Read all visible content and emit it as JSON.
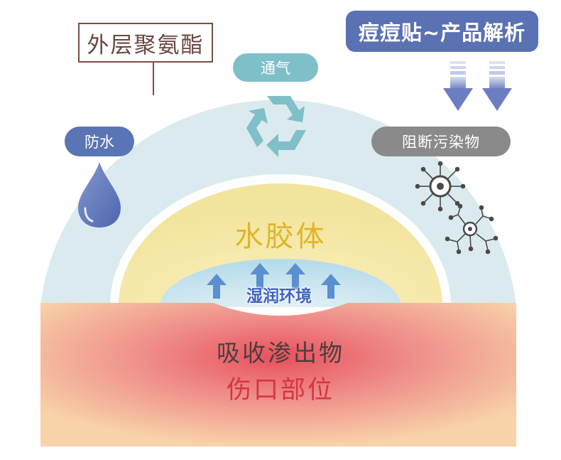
{
  "header": {
    "title": "痘痘贴~产品解析"
  },
  "layers": {
    "outer_label": "外层聚氨酯",
    "hydrocolloid_label": "水胶体",
    "moist_env_label": "湿润环境",
    "absorb_label": "吸收渗出物",
    "wound_label": "伤口部位"
  },
  "features": {
    "breathable": "通气",
    "waterproof": "防水",
    "block_pollutants": "阻断污染物"
  },
  "icons": [
    "recycle-icon",
    "water-drop-icon",
    "bacteria-icon",
    "down-arrows-icon",
    "up-arrow-icon"
  ],
  "colors": {
    "outer_dome": "#dbeaee",
    "hydrocolloid": "#f5e8a6",
    "moist": "#c8e4ef",
    "skin": "#f6c9a0",
    "wound": "#e85560",
    "accent_blue": "#5a71b3",
    "teal": "#7fbfc8",
    "gray": "#8a8a8a"
  }
}
